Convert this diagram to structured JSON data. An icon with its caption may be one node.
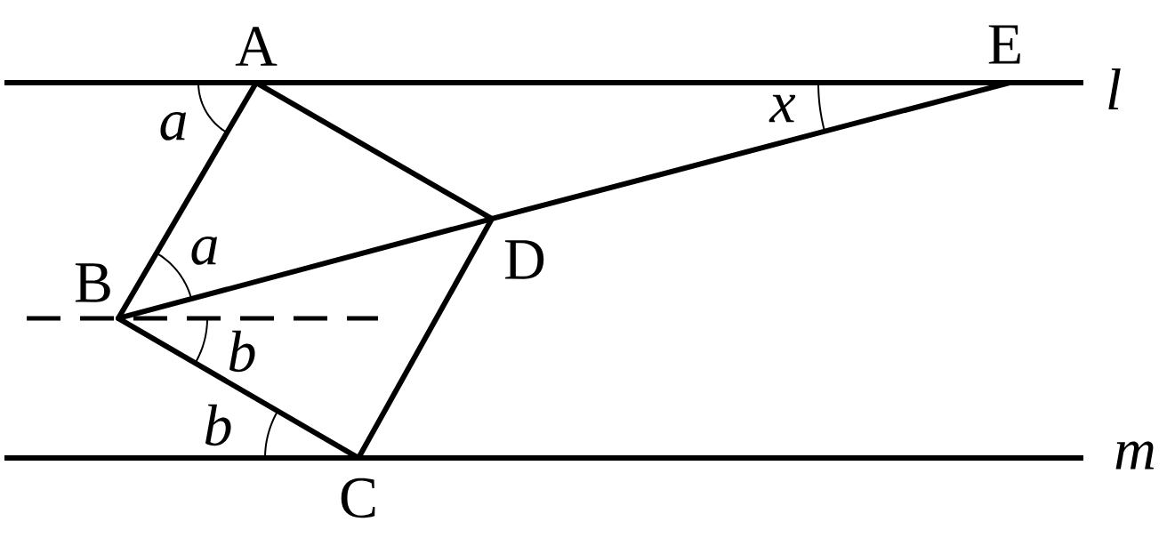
{
  "diagram": {
    "nodes": [
      {
        "text": [
          "A"
        ]
      },
      {
        "text": [
          "B"
        ]
      },
      {
        "text": [
          "C"
        ]
      },
      {
        "text": [
          "D"
        ]
      },
      {
        "text": [
          "E"
        ]
      }
    ],
    "edges": [
      {
        "from": 0,
        "to": 1,
        "arrow": "none"
      },
      {
        "from": 1,
        "to": 2,
        "arrow": "none"
      },
      {
        "from": 2,
        "to": 3,
        "arrow": "none"
      },
      {
        "from": 3,
        "to": 0,
        "arrow": "none"
      },
      {
        "from": 1,
        "to": 3,
        "arrow": "none"
      },
      {
        "from": 3,
        "to": 4,
        "arrow": "none"
      }
    ],
    "labels": [
      "l",
      "x",
      "a",
      "a",
      "b",
      "b",
      "m"
    ]
  }
}
